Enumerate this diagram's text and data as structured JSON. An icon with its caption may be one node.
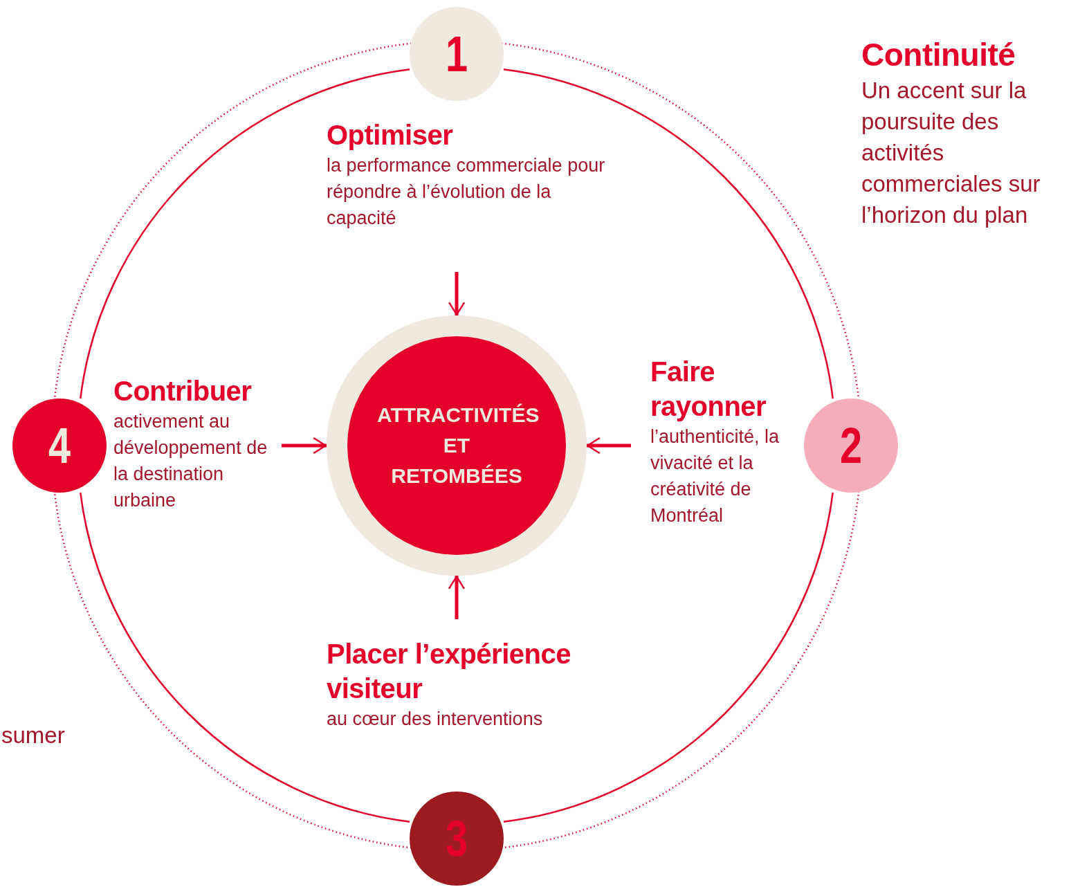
{
  "diagram": {
    "nodes": [
      {
        "text": [
          "1"
        ]
      },
      {
        "text": [
          "2"
        ]
      },
      {
        "text": [
          "3"
        ]
      },
      {
        "text": [
          "4"
        ]
      },
      {
        "text": [
          "ATTRACTIVITÉS ET RETOMBÉES"
        ]
      },
      {
        "text": [
          "Optimiser",
          "la performance commerciale pour répondre à l’évolution de la capacité"
        ]
      },
      {
        "text": [
          "Faire rayonner",
          "l’authenticité, la vivacité et la créativité de Montréal"
        ]
      },
      {
        "text": [
          "Placer l’expérience visiteur",
          "au cœur des interventions"
        ]
      },
      {
        "text": [
          "Contribuer",
          "activement au développement de la destination urbaine"
        ]
      }
    ],
    "edges": [
      {
        "from": 0,
        "to": 1,
        "arrow": "none"
      },
      {
        "from": 1,
        "to": 2,
        "arrow": "none"
      },
      {
        "from": 2,
        "to": 3,
        "arrow": "none"
      },
      {
        "from": 3,
        "to": 0,
        "arrow": "none"
      },
      {
        "from": 5,
        "to": 4,
        "arrow": "to",
        "style": "thick"
      },
      {
        "from": 6,
        "to": 4,
        "arrow": "to",
        "style": "thick"
      },
      {
        "from": 7,
        "to": 4,
        "arrow": "to",
        "style": "thick"
      },
      {
        "from": 8,
        "to": 4,
        "arrow": "to",
        "style": "thick"
      }
    ],
    "labels": [
      "Continuité",
      "Un accent sur la poursuite des activités commerciales sur l’horizon du plan",
      "sumer"
    ]
  }
}
